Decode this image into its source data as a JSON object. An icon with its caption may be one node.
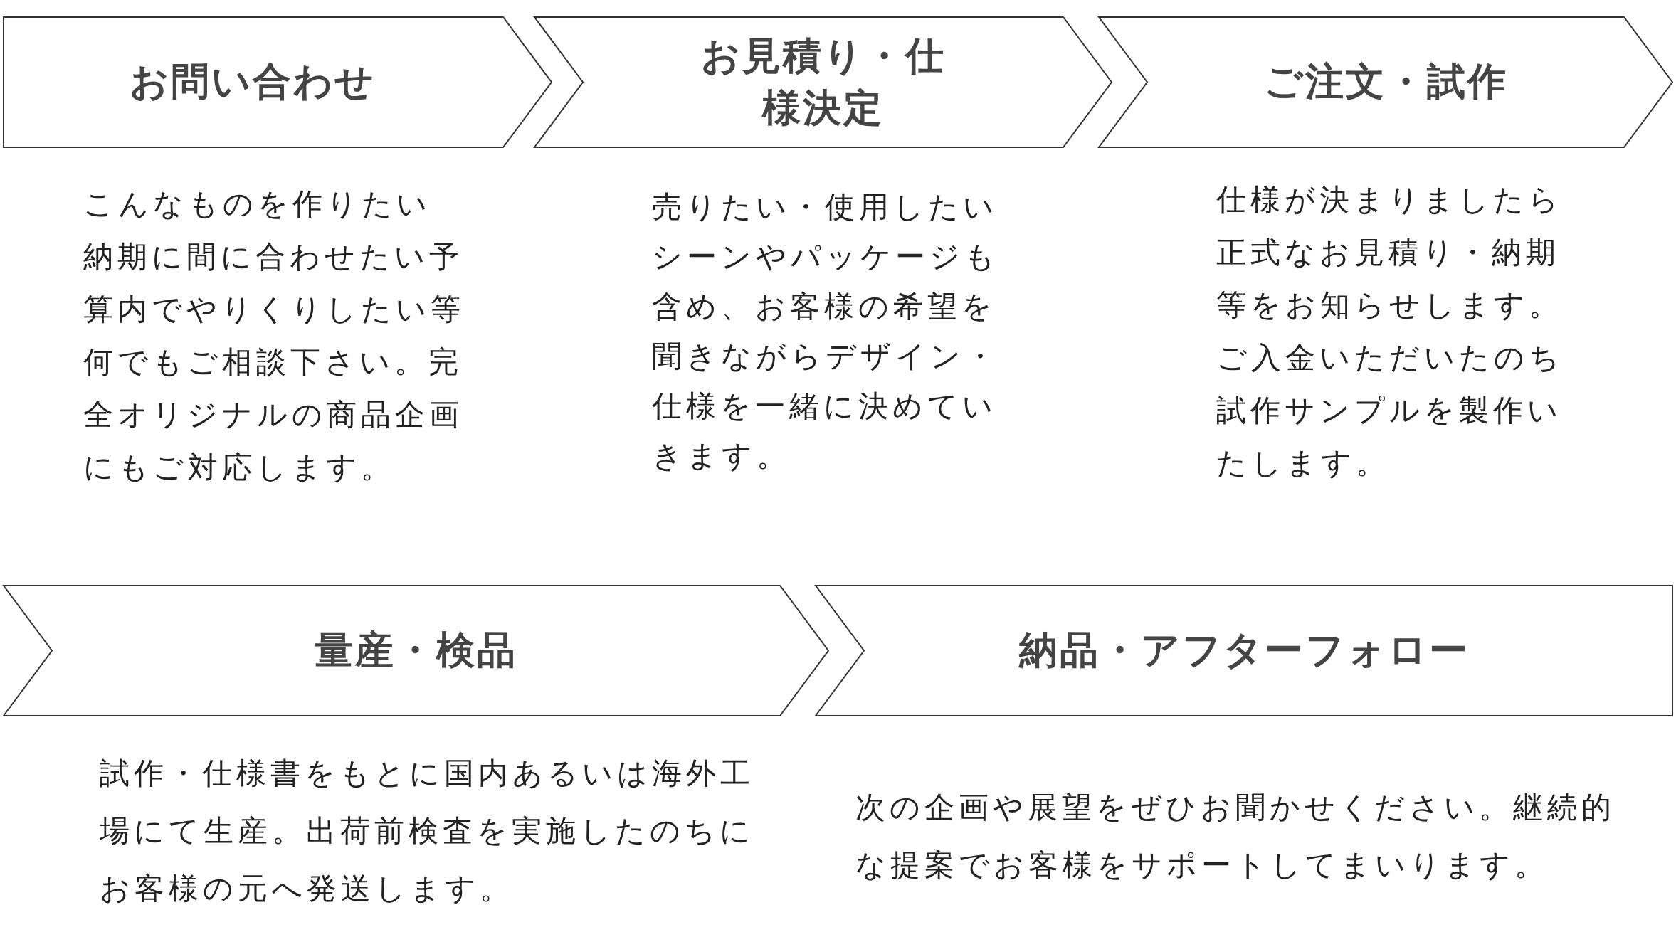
{
  "diagram": {
    "nodes": [
      {
        "text": [
          "お問い合わせ"
        ],
        "beside": [
          "こんなものを作りたい納期に間に合わせたい予算内でやりくりしたい等何でもご相談下さい。完全オリジナルの商品企画にもご対応します。"
        ]
      },
      {
        "text": [
          "お見積り・仕様決定"
        ],
        "beside": [
          "売りたい・使用したいシーンやパッケージも含め、お客様の希望を聞きながらデザイン・仕様を一緒に決めていきます。"
        ]
      },
      {
        "text": [
          "ご注文・試作"
        ],
        "beside": [
          "仕様が決まりましたら正式なお見積り・納期等をお知らせします。ご入金いただいたのち試作サンプルを製作いたします。"
        ]
      },
      {
        "text": [
          "量産・検品"
        ],
        "beside": [
          "試作・仕様書をもとに国内あるいは海外工場にて生産。出荷前検査を実施したのちにお客様の元へ発送します。"
        ]
      },
      {
        "text": [
          "納品・アフターフォロー"
        ],
        "beside": [
          "次の企画や展望をぜひお聞かせください。継続的な提案でお客様をサポートしてまいります。"
        ]
      }
    ]
  }
}
